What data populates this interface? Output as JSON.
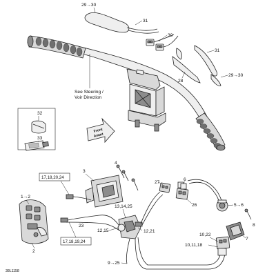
{
  "diagram_id": "38L1158",
  "note": "See Steering /\nVoir Direction",
  "note_line1": "See Steering /",
  "note_line2": "Voir Direction",
  "front_arrow": "Front\nAvant",
  "front_line1": "Front",
  "front_line2": "Avant",
  "callouts": {
    "c29_30_top": "29→30",
    "c31_top": "31",
    "c30": "30",
    "c31_right": "31",
    "c29_30_right": "29→30",
    "c28": "28",
    "c32": "32",
    "c33": "33",
    "c4": "4",
    "c3": "3",
    "c27": "27",
    "c6": "6",
    "c26": "26",
    "c1_2": "1→2",
    "c13_14_25": "13,14,25",
    "c5_6": "5→6",
    "c8": "8",
    "c23": "23",
    "c12_15": "12,15",
    "c12_21": "12,21",
    "c7": "7",
    "c10_22": "10,22",
    "c2": "2",
    "c10_11_18": "10,11,18",
    "c9_25": "9→25"
  },
  "boxes": {
    "box_top": "17,18,20,24",
    "box_bottom": "17,18,19,24"
  }
}
